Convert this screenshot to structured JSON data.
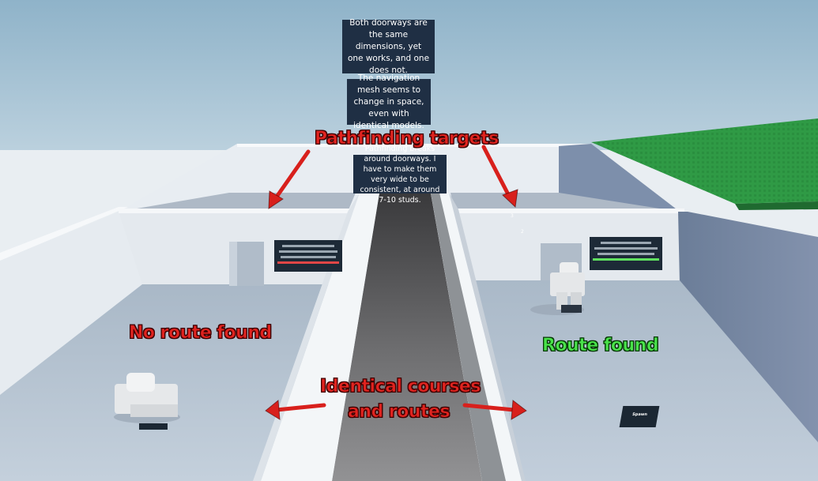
{
  "signs": {
    "top": "Both doorways are the same dimensions, yet one works, and one does not.",
    "middle": "The navigation mesh seems to change in space, even with identical models.",
    "bottom": "Pathfinding breaks around doorways. I have to make them very wide to be consistent, at around 7-10 studs."
  },
  "annotations": {
    "targets": "Pathfinding targets",
    "no_route": "No route found",
    "route_found": "Route found",
    "identical_line1": "Identical courses",
    "identical_line2": "and routes"
  },
  "markers": {
    "m3": "3",
    "m2": "2"
  },
  "spawn_label": "Spawn",
  "colors": {
    "annotation_red": "#e0231f",
    "annotation_green": "#49e24a",
    "sign_bg": "#1f2f44",
    "floor": "#b9c6d3",
    "wall": "#eef2f6",
    "grass": "#2f9a45"
  }
}
